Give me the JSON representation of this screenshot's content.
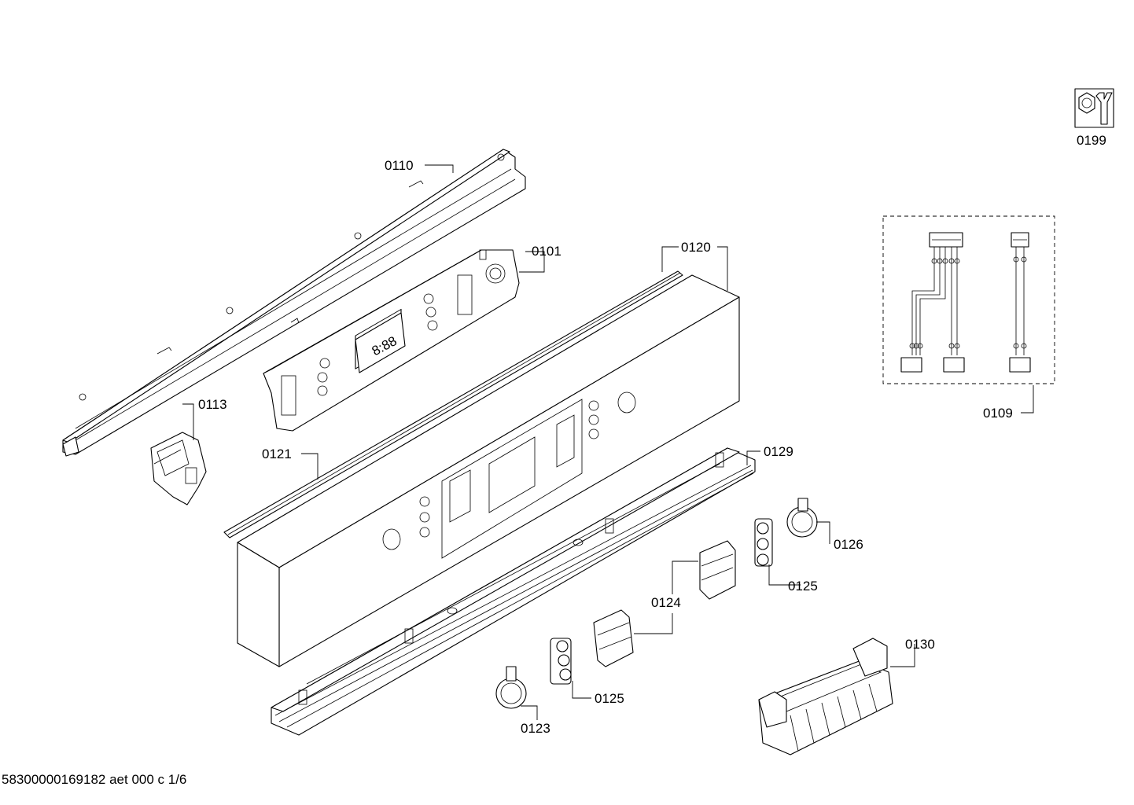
{
  "diagram": {
    "parts": {
      "p0110": "0110",
      "p0101": "0101",
      "p0120": "0120",
      "p0113": "0113",
      "p0121": "0121",
      "p0129": "0129",
      "p0126": "0126",
      "p0125a": "0125",
      "p0124": "0124",
      "p0130": "0130",
      "p0125b": "0125",
      "p0123": "0123",
      "p0109": "0109",
      "p0199": "0199"
    },
    "display_digits": "8:88"
  },
  "footer": {
    "document_code": "58300000169182 aet 000 c 1/6"
  }
}
